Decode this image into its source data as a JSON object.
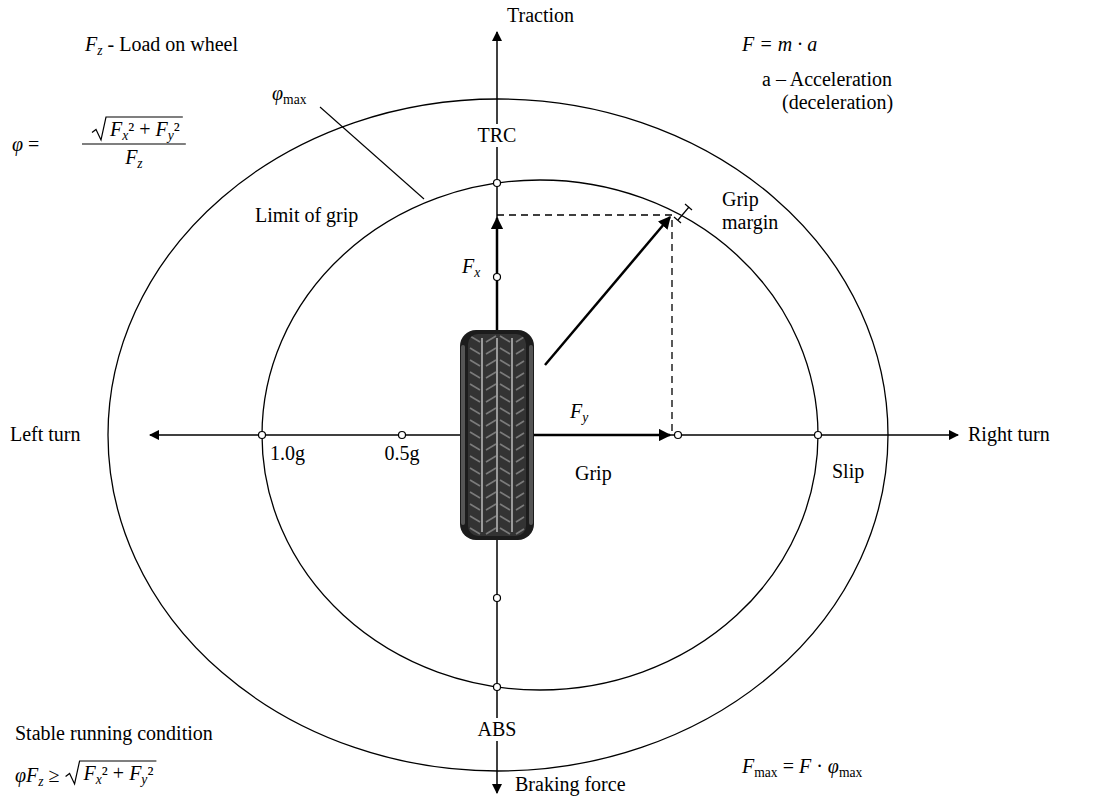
{
  "diagram": {
    "labels": [
      "Traction",
      "Fz - Load on wheel",
      "F = m · a",
      "a – Acceleration (deceleration)",
      "TRC",
      "φ =",
      "Fx² + Fy²",
      "Fz",
      "φmax",
      "Limit of grip",
      "Fx",
      "Grip margin",
      "Left turn",
      "1.0g",
      "0.5g",
      "Fy",
      "Right turn",
      "Grip",
      "Slip",
      "ABS",
      "Stable running condition",
      "φFz ≥",
      "Fx² + Fy²",
      "Fmax = F · φmax",
      "Braking force"
    ]
  }
}
